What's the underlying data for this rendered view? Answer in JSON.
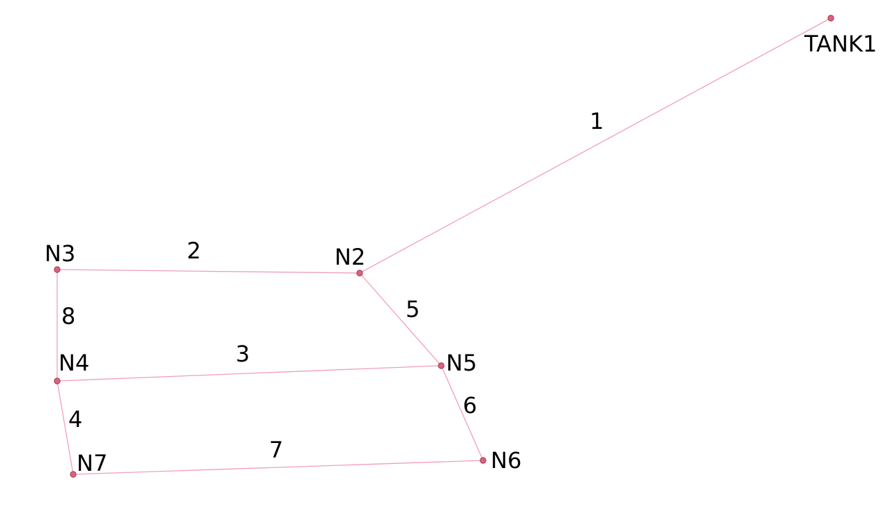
{
  "network": {
    "colors": {
      "pipe": "#f0a0b4",
      "node_fill": "#e0607e",
      "node_stroke": "#8a2a40",
      "label": "#000000"
    },
    "nodes": [
      {
        "id": "TANK1",
        "label": "TANK1"
      },
      {
        "id": "N2",
        "label": "N2"
      },
      {
        "id": "N3",
        "label": "N3"
      },
      {
        "id": "N4",
        "label": "N4"
      },
      {
        "id": "N5",
        "label": "N5"
      },
      {
        "id": "N6",
        "label": "N6"
      },
      {
        "id": "N7",
        "label": "N7"
      }
    ],
    "pipes": [
      {
        "id": "1",
        "label": "1",
        "from": "TANK1",
        "to": "N2"
      },
      {
        "id": "2",
        "label": "2",
        "from": "N3",
        "to": "N2"
      },
      {
        "id": "3",
        "label": "3",
        "from": "N4",
        "to": "N5"
      },
      {
        "id": "4",
        "label": "4",
        "from": "N4",
        "to": "N7"
      },
      {
        "id": "5",
        "label": "5",
        "from": "N2",
        "to": "N5"
      },
      {
        "id": "6",
        "label": "6",
        "from": "N5",
        "to": "N6"
      },
      {
        "id": "7",
        "label": "7",
        "from": "N7",
        "to": "N6"
      },
      {
        "id": "8",
        "label": "8",
        "from": "N3",
        "to": "N4"
      }
    ]
  }
}
